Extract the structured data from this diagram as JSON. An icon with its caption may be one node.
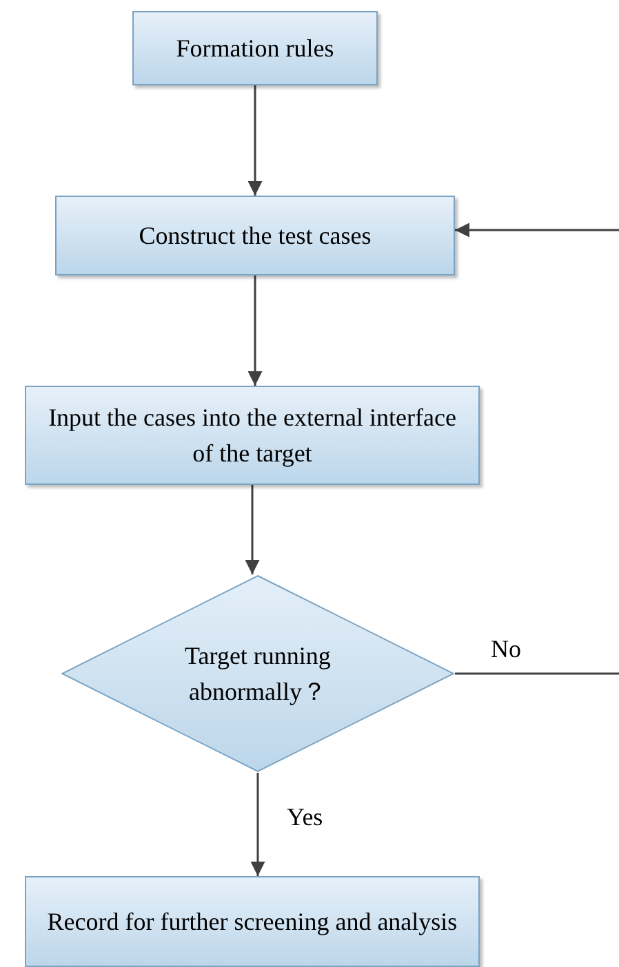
{
  "diagram": {
    "nodes": [
      {
        "text": [
          "Formation rules"
        ]
      },
      {
        "text": [
          "Construct the test cases"
        ]
      },
      {
        "text": [
          "Input the cases into the external interface of the target"
        ]
      },
      {
        "text": [
          "Target running abnormally？"
        ]
      },
      {
        "text": [
          "Record for further screening and analysis"
        ]
      }
    ],
    "edges": [
      {
        "from": 0,
        "to": 1,
        "arrow": "to"
      },
      {
        "from": 1,
        "to": 2,
        "arrow": "to"
      },
      {
        "from": 2,
        "to": 3,
        "arrow": "to"
      },
      {
        "from": 3,
        "to": 4,
        "arrow": "to",
        "label": "Yes"
      },
      {
        "from": 3,
        "to": null,
        "arrow": "none",
        "label": "No"
      },
      {
        "from": null,
        "to": 1,
        "arrow": "to"
      }
    ]
  }
}
